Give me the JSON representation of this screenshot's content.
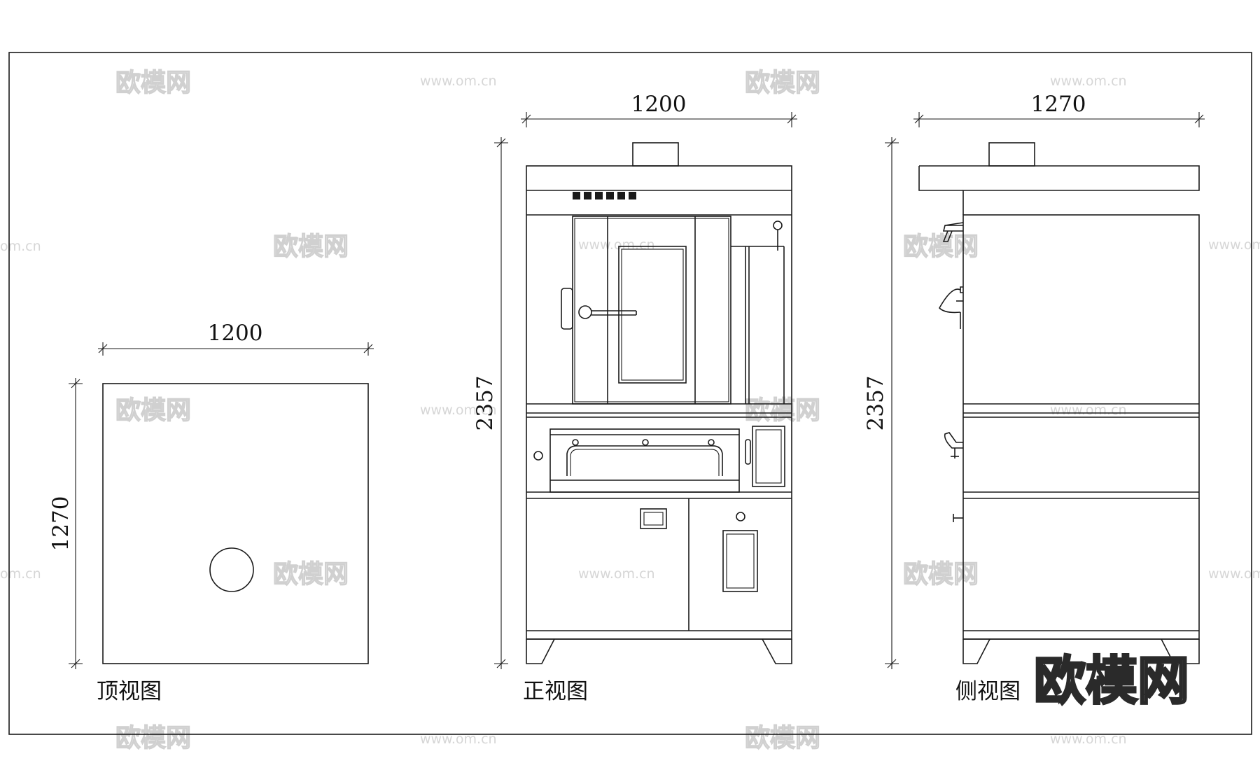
{
  "views": {
    "top": {
      "caption": "顶视图",
      "width_dim": "1200",
      "depth_dim": "1270"
    },
    "front": {
      "caption": "正视图",
      "width_dim": "1200",
      "height_dim": "2357"
    },
    "side": {
      "caption": "侧视图",
      "width_dim": "1270",
      "height_dim": "2357"
    }
  },
  "watermark": {
    "brand": "欧模网",
    "site": "www.om.cn",
    "site_short": "om.cn"
  }
}
